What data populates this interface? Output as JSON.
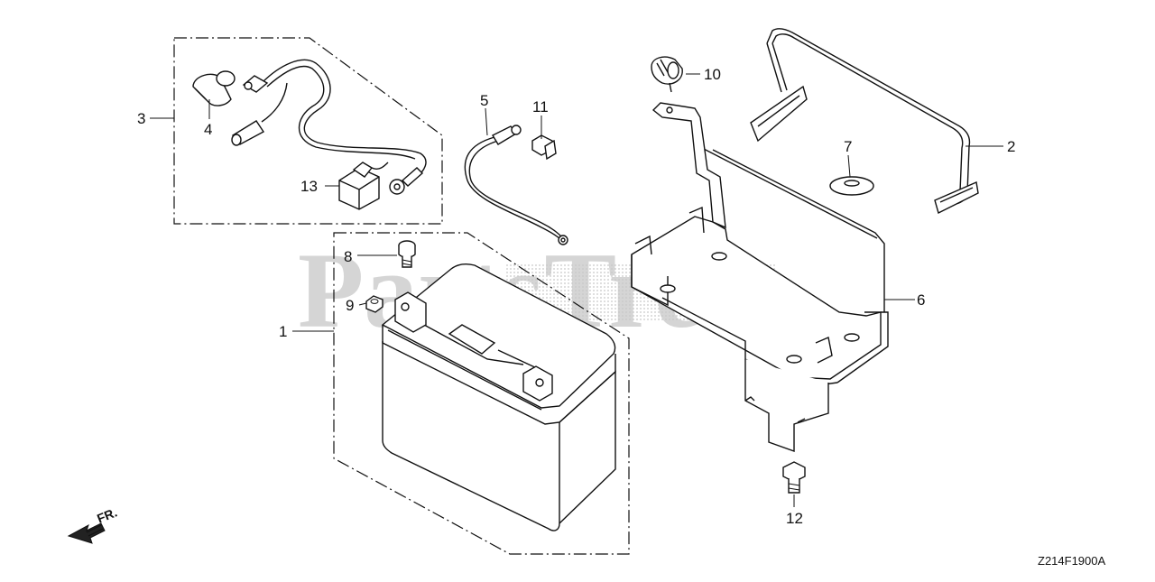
{
  "diagram": {
    "callouts": {
      "c1": "1",
      "c2": "2",
      "c3": "3",
      "c4": "4",
      "c5": "5",
      "c6": "6",
      "c7": "7",
      "c8": "8",
      "c9": "9",
      "c10": "10",
      "c11": "11",
      "c12": "12",
      "c13": "13"
    },
    "front_arrow_label": "FR.",
    "drawing_code": "Z214F1900A"
  },
  "watermark": {
    "text": "PartsTree",
    "trademark": "TM"
  }
}
